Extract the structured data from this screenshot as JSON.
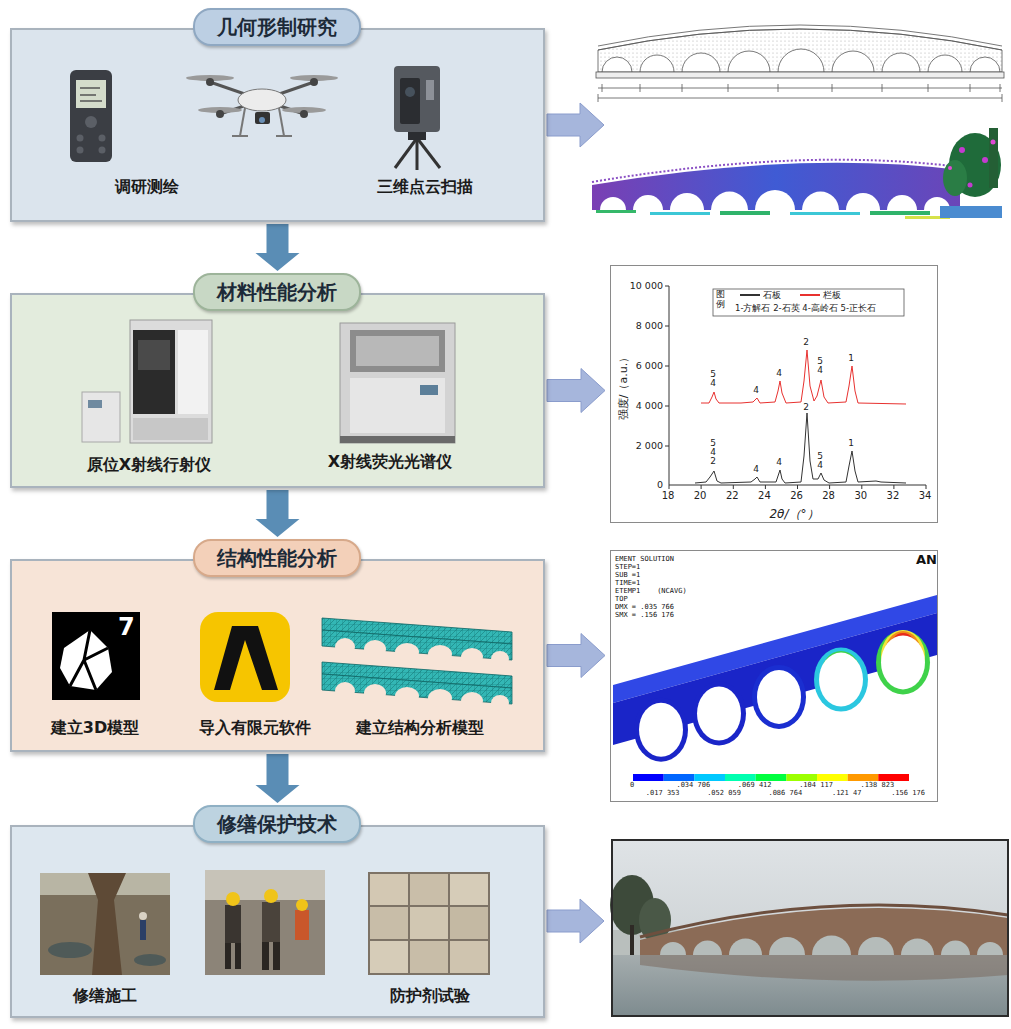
{
  "diagram": {
    "nodes": [
      {
        "text": [
          "几何形制研究",
          "调研测绘",
          "三维点云扫描"
        ]
      },
      {
        "text": [
          "材料性能分析",
          "原位X射线行射仪",
          "X射线荧光光谱仪"
        ]
      },
      {
        "text": [
          "结构性能分析",
          "建立3D模型",
          "导入有限元软件",
          "建立结构分析模型"
        ]
      },
      {
        "text": [
          "修缮保护技术",
          "修缮施工",
          "防护剂试验"
        ]
      },
      {
        "text": [
          "强度/（a.u.）",
          "2θ/（°）"
        ]
      },
      {
        "text": [
          "EMENT SOLUTION",
          "STEP=1",
          "SUB =1",
          "TIME=1",
          "ETEMP1    (NCAVG)",
          "TOP",
          "DMX = .035 766",
          "SMX = .156 176"
        ]
      }
    ],
    "edges": [
      {
        "from": 0,
        "to": 1,
        "arrow": "to"
      },
      {
        "from": 1,
        "to": 2,
        "arrow": "to"
      },
      {
        "from": 2,
        "to": 3,
        "arrow": "to"
      },
      {
        "from": 1,
        "to": 4,
        "arrow": "to"
      },
      {
        "from": 2,
        "to": 5,
        "arrow": "to"
      }
    ],
    "labels": [
      "10 000",
      "8 000",
      "6 000",
      "4 000",
      "2 000",
      "0",
      "18",
      "20",
      "22",
      "24",
      "26",
      "28",
      "30",
      "32",
      "34",
      "图例",
      "1-方解石 2-石英 4-高岭石 5-正长石",
      "5",
      "4",
      "4",
      "4",
      "2",
      "5",
      "4",
      "1",
      "5",
      "4",
      "2",
      "4",
      "4",
      "2",
      "5",
      "4",
      "1",
      "AN",
      "0",
      ".034 706",
      ".069 412",
      ".104 117",
      ".138 823",
      ".017 353",
      ".052 059",
      ".086 764",
      ".121 47",
      ".156 176",
      "7"
    ],
    "legend": [
      {
        "text": "石板",
        "color": "#333333"
      },
      {
        "text": "栏板",
        "color": "#e8312f"
      }
    ]
  }
}
